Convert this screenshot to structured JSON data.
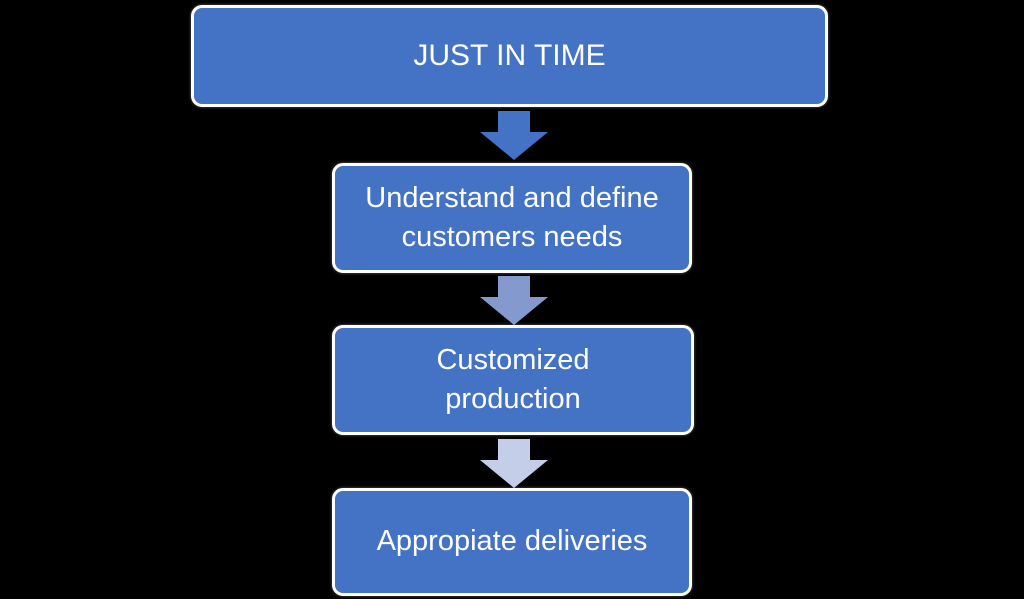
{
  "diagram": {
    "type": "flowchart",
    "direction": "top-down",
    "background_color": "#000000",
    "node_fill": "#4472C4",
    "node_border_color": "#FFFFFF",
    "text_color": "#FFFFFF",
    "nodes": [
      {
        "id": "jit",
        "label": "JUST IN TIME"
      },
      {
        "id": "needs",
        "label": "Understand and define\ncustomers needs"
      },
      {
        "id": "production",
        "label": "Customized\nproduction"
      },
      {
        "id": "deliveries",
        "label": "Appropiate deliveries"
      }
    ],
    "arrows": [
      {
        "from": "jit",
        "to": "needs",
        "color": "#4472C4"
      },
      {
        "from": "needs",
        "to": "production",
        "color": "#8499CE"
      },
      {
        "from": "production",
        "to": "deliveries",
        "color": "#C5CEE8"
      }
    ]
  }
}
